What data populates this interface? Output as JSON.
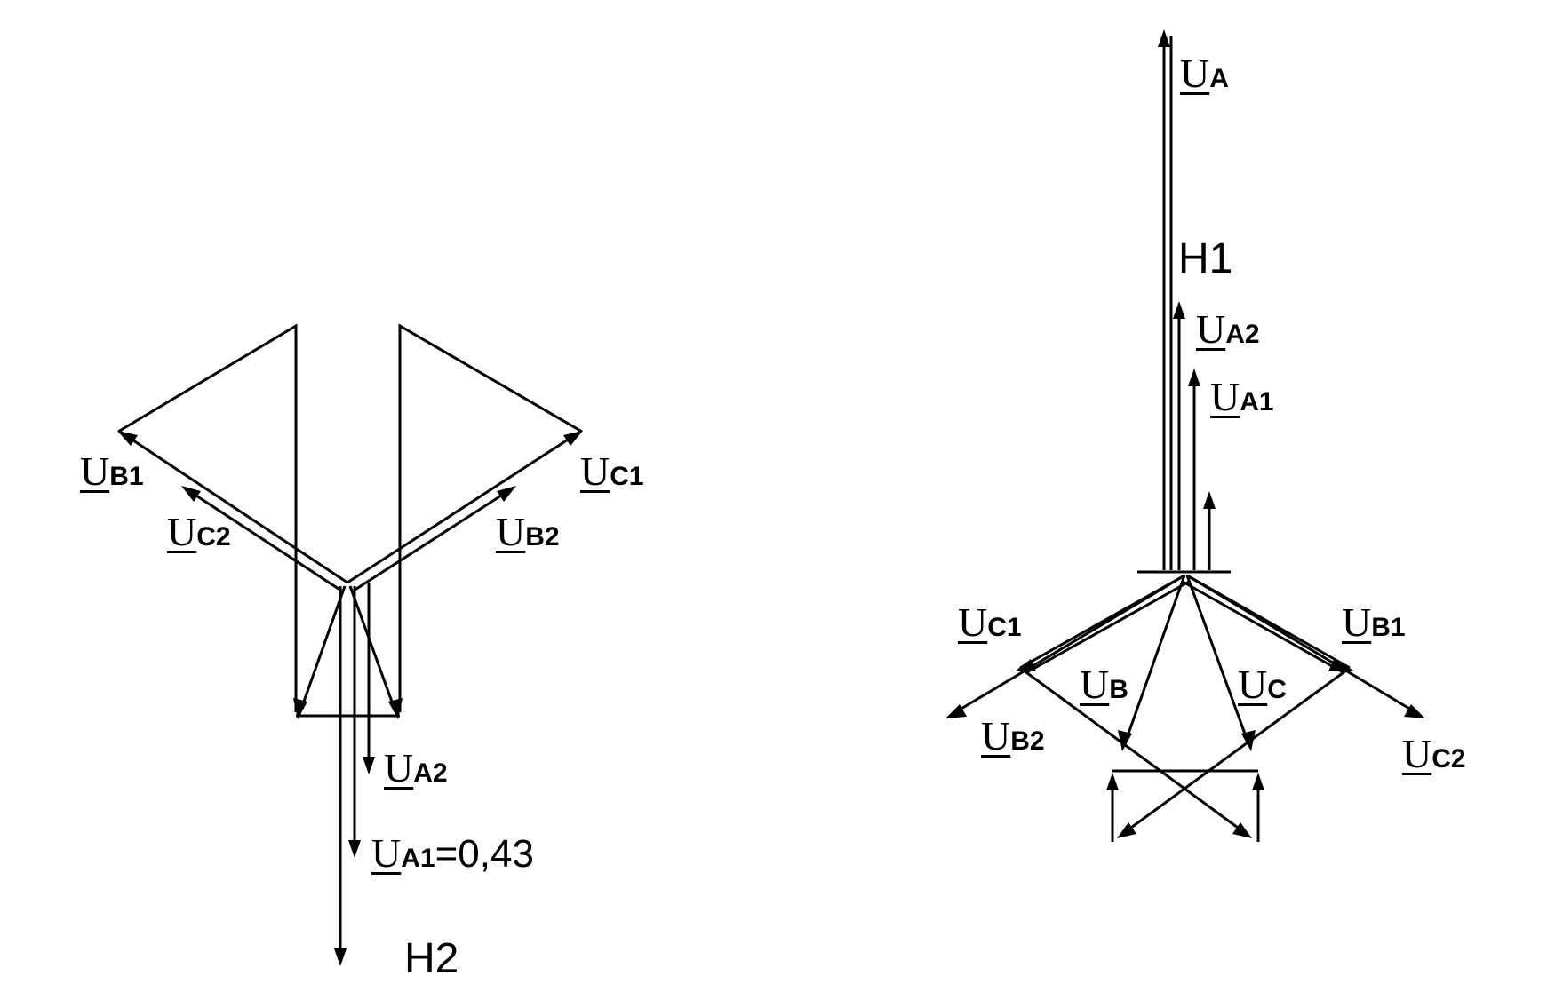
{
  "left_diagram": {
    "labels": {
      "ub1": {
        "main": "U",
        "sub": "B1"
      },
      "uc2": {
        "main": "U",
        "sub": "C2"
      },
      "uc1": {
        "main": "U",
        "sub": "C1"
      },
      "ub2": {
        "main": "U",
        "sub": "B2"
      },
      "ua2": {
        "main": "U",
        "sub": "A2"
      },
      "ua1": {
        "main": "U",
        "sub": "A1",
        "tail": "=0,43"
      },
      "h2": "H2"
    }
  },
  "right_diagram": {
    "labels": {
      "ua": {
        "main": "U",
        "sub": "A"
      },
      "h1": "H1",
      "ua2": {
        "main": "U",
        "sub": "A2"
      },
      "ua1": {
        "main": "U",
        "sub": "A1"
      },
      "uc1": {
        "main": "U",
        "sub": "C1"
      },
      "ub1": {
        "main": "U",
        "sub": "B1"
      },
      "ub": {
        "main": "U",
        "sub": "B"
      },
      "uc": {
        "main": "U",
        "sub": "C"
      },
      "ub2": {
        "main": "U",
        "sub": "B2"
      },
      "uc2": {
        "main": "U",
        "sub": "C2"
      }
    }
  }
}
